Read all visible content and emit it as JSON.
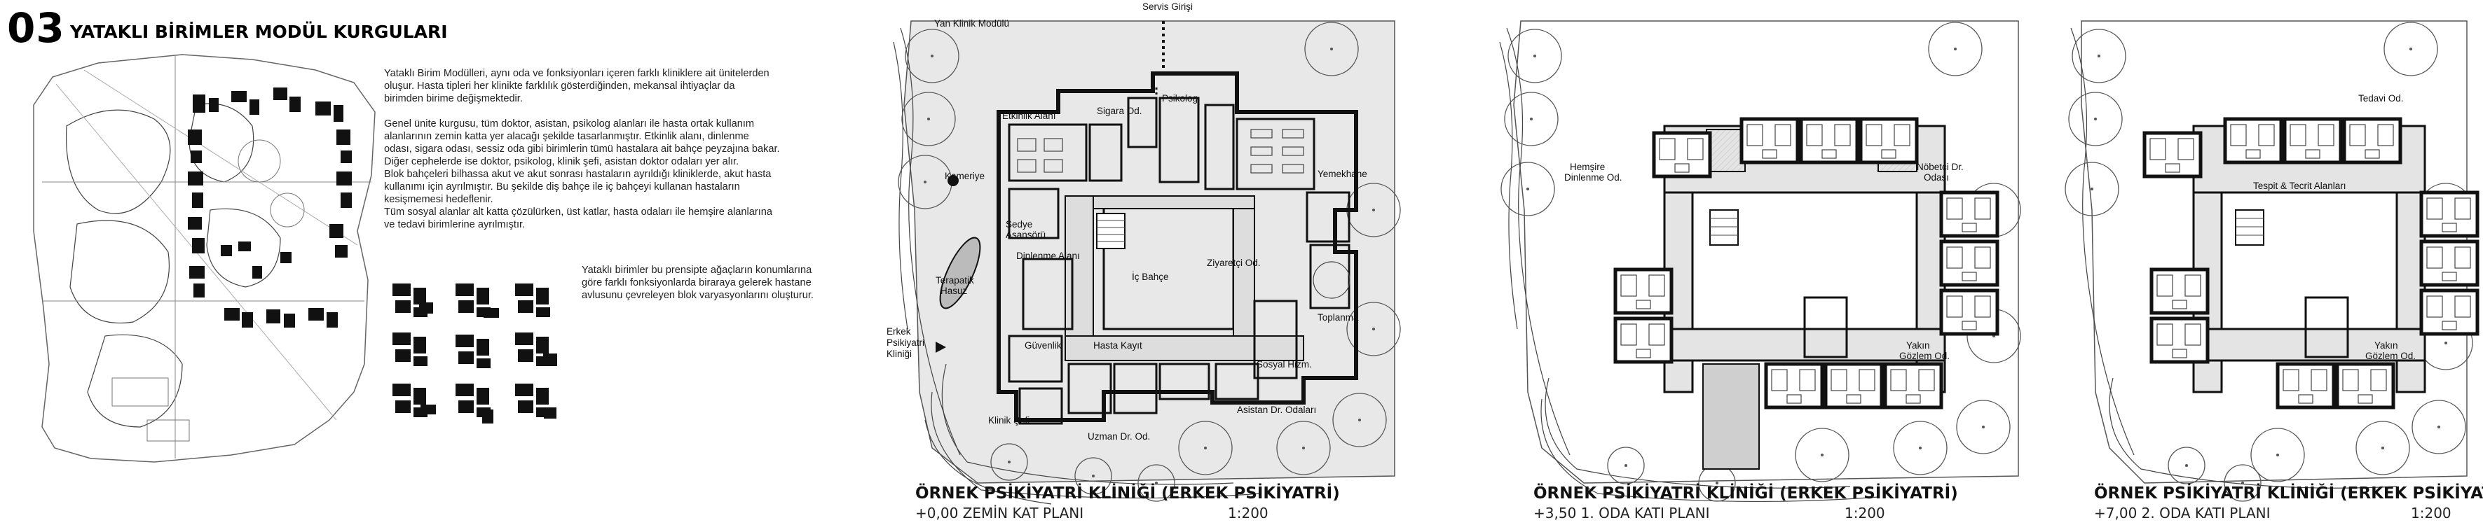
{
  "header": {
    "number": "03",
    "title": "YATAKLI BİRİMLER MODÜL KURGULARI"
  },
  "intro_text": [
    "Yataklı Birim Modülleri, aynı oda ve fonksiyonları içeren farklı kliniklere ait ünitelerden",
    "oluşur. Hasta tipleri her klinikte farklılık gösterdiğinden, mekansal ihtiyaçlar da",
    "birimden birime değişmektedir.",
    "",
    "Genel ünite kurgusu, tüm doktor, asistan, psikolog alanları ile hasta ortak kullanım",
    "alanlarının zemin katta yer alacağı şekilde tasarlanmıştır. Etkinlik alanı, dinlenme",
    "odası, sigara odası, sessiz oda gibi birimlerin tümü hastalara ait bahçe peyzajına bakar.",
    "Diğer cephelerde ise doktor, psikolog, klinik şefi, asistan doktor odaları yer alır.",
    "Blok bahçeleri bilhassa akut ve akut sonrası hastaların ayrıldığı kliniklerde, akut hasta",
    "kullanımı için ayrılmıştır. Bu şekilde diş bahçe ile iç bahçeyi kullanan hastaların",
    "kesişmemesi hedeflenir.",
    "Tüm sosyal alanlar alt katta çözülürken, üst katlar, hasta odaları ile hemşire alanlarına",
    "ve tedavi birimlerine ayrılmıştır."
  ],
  "module_text": [
    "Yataklı birimler bu prensipte ağaçların konumlarına",
    "göre farklı fonksiyonlarda biraraya gelerek hastane",
    "avlusunu çevreleyen blok varyasyonlarını oluşturur."
  ],
  "plans": [
    {
      "title": "ÖRNEK PSİKİYATRİ KLİNİĞİ (ERKEK PSİKİYATRİ)",
      "level": "+0,00 ZEMİN KAT PLANI",
      "scale": "1:200",
      "labels": {
        "yan_klinik": "Yan Klinik Modülü",
        "servis": "Servis Girişi",
        "etkinlik": "Etkinlik Alanı",
        "sigara": "Sigara Od.",
        "psikolog": "Psikolog",
        "yemekhane": "Yemekhane",
        "kameriye": "Kameriye",
        "sedye_1": "Sedye",
        "sedye_2": "Asansörü",
        "dinlenme": "Dinlenme Alanı",
        "ziyaretci": "Ziyaretçi Od.",
        "ic_bahce": "İç Bahçe",
        "terapatik_1": "Terapatik",
        "terapatik_2": "Hasuz",
        "toplanma": "Toplanma",
        "erkek_1": "Erkek",
        "erkek_2": "Psikiyatri",
        "erkek_3": "Kliniği",
        "guvenlik": "Güvenlik",
        "hasta_kayit": "Hasta Kayıt",
        "sosyal": "Sosyal Hizm.",
        "klinik_sefi": "Klinik Şefi",
        "uzman": "Uzman Dr. Od.",
        "asistan": "Asistan Dr. Odaları"
      }
    },
    {
      "title": "ÖRNEK PSİKİYATRİ KLİNİĞİ (ERKEK PSİKİYATRİ)",
      "level": "+3,50 1. ODA KATI PLANI",
      "scale": "1:200",
      "labels": {
        "hemsire_1": "Hemşire",
        "hemsire_2": "Dinlenme Od.",
        "nobetci_1": "Nöbetçi Dr.",
        "nobetci_2": "Odası",
        "yakin_1": "Yakın",
        "yakin_2": "Gözlem Od."
      }
    },
    {
      "title": "ÖRNEK PSİKİYATRİ KLİNİĞİ (ERKEK PSİKİYATRİ)",
      "level": "+7,00 2. ODA KATI PLANI",
      "scale": "1:200",
      "labels": {
        "tedavi": "Tedavi Od.",
        "tespit": "Tespit & Tecrit Alanları",
        "yakin_1": "Yakın",
        "yakin_2": "Gözlem Od."
      }
    }
  ]
}
